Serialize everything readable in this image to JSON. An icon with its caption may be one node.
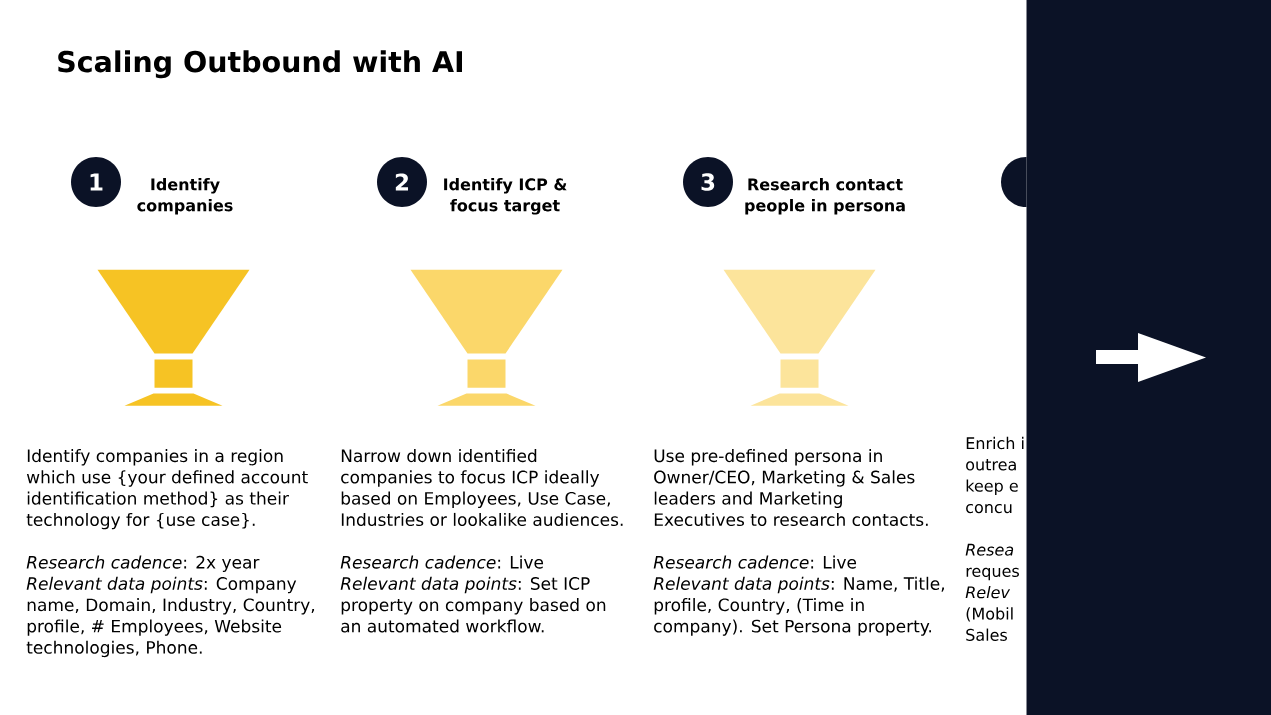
{
  "diagram": {
    "title": "Scaling Outbound with AI",
    "nodes": [
      {
        "text": [
          "1"
        ],
        "beside": [
          "Identify companies"
        ]
      },
      {
        "text": [
          "2"
        ],
        "beside": [
          "Identify ICP & focus target"
        ]
      },
      {
        "text": [
          "3"
        ],
        "beside": [
          "Research contact people in persona"
        ]
      },
      {
        "text": [],
        "shape": "circle"
      }
    ],
    "labels": [
      "Identify companies in a region which use {your defined account identification method} as their technology for {use case}.",
      "*Research cadence*: 2x year",
      "*Relevant data points*: Company name, Domain, Industry, Country, profile, # Employees, Website technologies, Phone.",
      "Narrow down identified companies to focus ICP ideally based on Employees, Use Case, Industries or lookalike audiences.",
      "*Research cadence*: Live",
      "*Relevant data points*: Set ICP property on company based on an automated workflow.",
      "Use pre-defined persona in Owner/CEO, Marketing & Sales leaders and Marketing Executives to research contacts.",
      "*Research cadence*: Live",
      "*Relevant data points*: Name, Title, profile, Country, (Time in company). Set Persona property.",
      "Enrich i",
      "outrea",
      "keep e",
      "concu",
      "Resea",
      "reques",
      "Relev",
      "(Mobil",
      "Sales"
    ]
  }
}
